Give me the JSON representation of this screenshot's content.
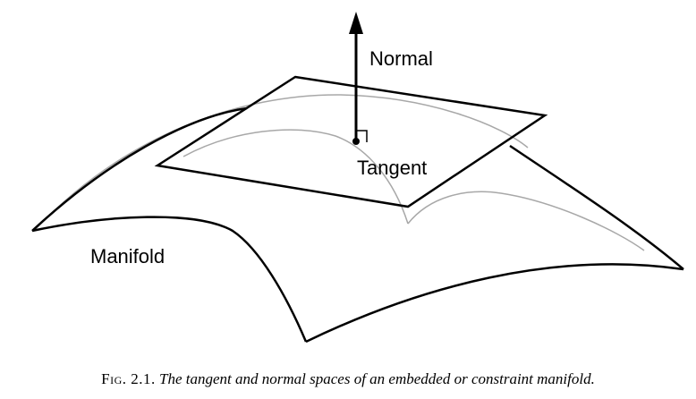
{
  "labels": {
    "normal": "Normal",
    "tangent": "Tangent",
    "manifold": "Manifold"
  },
  "caption": {
    "number": "Fig. 2.1.",
    "text": "The tangent and normal spaces of an embedded or constraint manifold."
  },
  "colors": {
    "ink": "#000000",
    "hidden_curve": "#a8a8a8",
    "background": "#ffffff"
  }
}
